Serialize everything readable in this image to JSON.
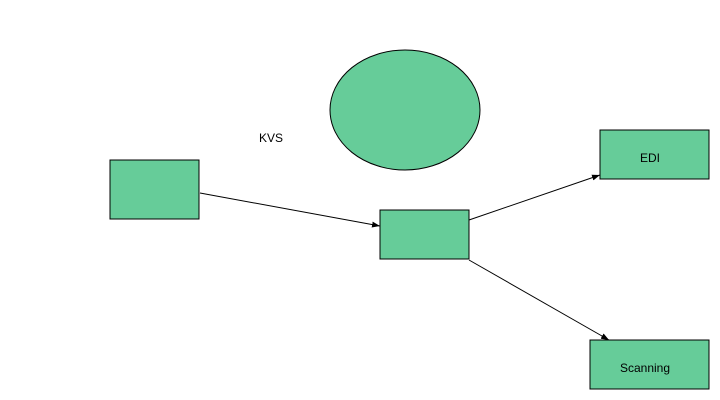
{
  "colors": {
    "node_fill": "#66cc99",
    "stroke": "#000000",
    "background": "#ffffff"
  },
  "diagram": {
    "label_kvs": "KVS",
    "edi_label": "EDI",
    "scanning_label": "Scanning"
  }
}
